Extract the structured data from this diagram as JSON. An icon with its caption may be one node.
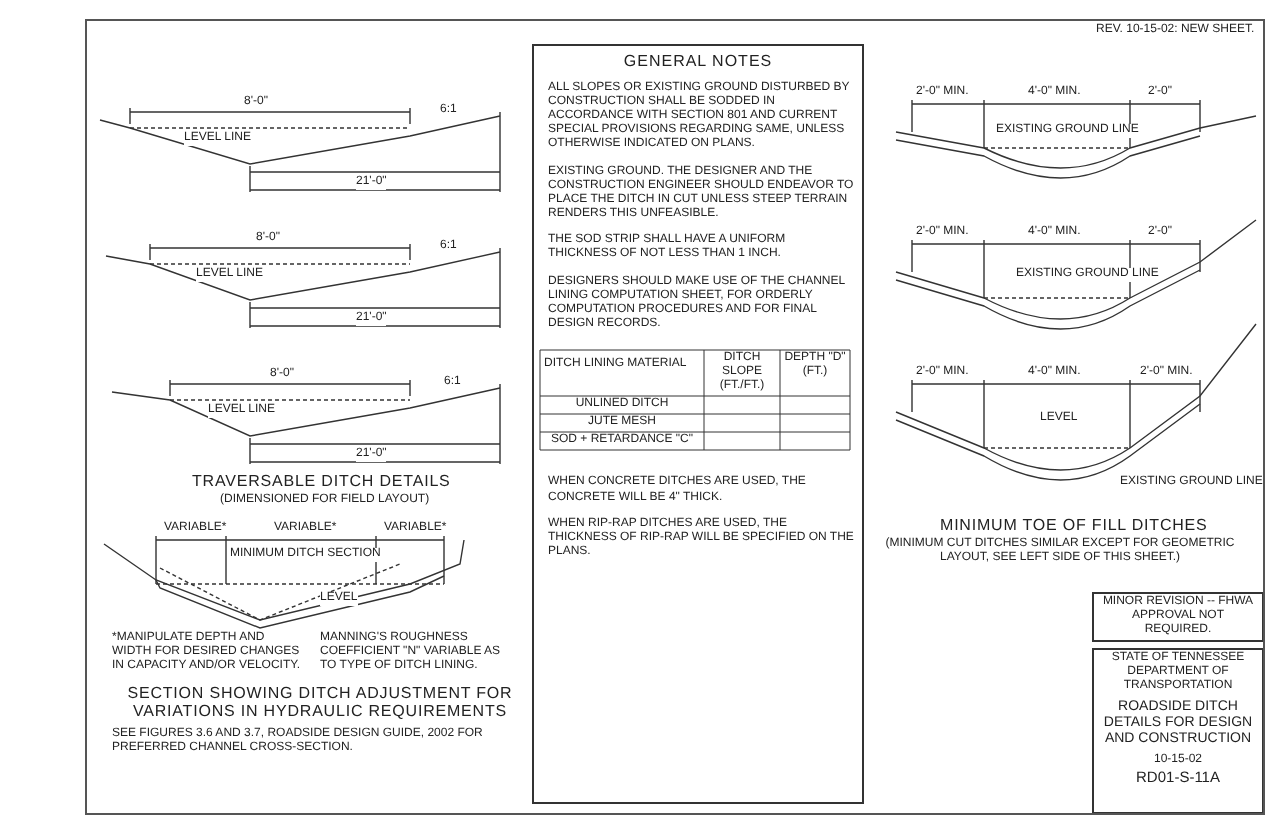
{
  "diagram": {
    "nodes": [
      {
        "text": [
          "GENERAL NOTES",
          "ALL SLOPES OR EXISTING GROUND DISTURBED BY CONSTRUCTION SHALL BE SODDED IN ACCORDANCE WITH SECTION 801 AND CURRENT SPECIAL PROVISIONS REGARDING SAME, UNLESS OTHERWISE INDICATED ON PLANS.",
          "EXISTING GROUND. THE DESIGNER AND THE CONSTRUCTION ENGINEER SHOULD ENDEAVOR TO PLACE THE DITCH IN CUT UNLESS STEEP TERRAIN RENDERS THIS UNFEASIBLE.",
          "THE SOD STRIP SHALL HAVE A UNIFORM THICKNESS OF NOT LESS THAN 1 INCH.",
          "DESIGNERS SHOULD MAKE USE OF THE CHANNEL LINING COMPUTATION SHEET, FOR ORDERLY COMPUTATION PROCEDURES AND FOR FINAL DESIGN RECORDS.",
          "WHEN CONCRETE DITCHES ARE USED, THE CONCRETE WILL BE 4\" THICK.",
          "WHEN RIP-RAP DITCHES ARE USED, THE THICKNESS OF RIP-RAP WILL BE SPECIFIED ON THE PLANS."
        ]
      },
      {
        "text": [
          "MINOR REVISION -- FHWA APPROVAL NOT REQUIRED."
        ]
      },
      {
        "text": [
          "STATE OF TENNESSEE",
          "DEPARTMENT OF TRANSPORTATION",
          "ROADSIDE DITCH DETAILS FOR DESIGN AND CONSTRUCTION",
          "10-15-02",
          "RD01-S-11A"
        ]
      }
    ],
    "labels": [
      "REV. 10-15-02: NEW SHEET.",
      "8'-0\"",
      "6:1",
      "LEVEL LINE",
      "21'-0\"",
      "8'-0\"",
      "6:1",
      "LEVEL LINE",
      "21'-0\"",
      "8'-0\"",
      "6:1",
      "LEVEL LINE",
      "21'-0\"",
      "TRAVERSABLE DITCH DETAILS",
      "(DIMENSIONED FOR FIELD LAYOUT)",
      "VARIABLE*",
      "VARIABLE*",
      "VARIABLE*",
      "MINIMUM DITCH SECTION",
      "LEVEL",
      "*MANIPULATE DEPTH AND WIDTH FOR DESIRED CHANGES IN CAPACITY AND/OR VELOCITY.",
      "MANNING'S ROUGHNESS COEFFICIENT \"N\" VARIABLE AS TO TYPE OF DITCH LINING.",
      "SECTION SHOWING DITCH ADJUSTMENT FOR VARIATIONS IN HYDRAULIC REQUIREMENTS",
      "SEE FIGURES 3.6 AND 3.7, ROADSIDE DESIGN GUIDE, 2002 FOR PREFERRED CHANNEL CROSS-SECTION.",
      "DITCH LINING MATERIAL",
      "DITCH SLOPE (FT./FT.)",
      "DEPTH \"D\" (FT.)",
      "UNLINED DITCH",
      "JUTE MESH",
      "SOD + RETARDANCE \"C\"",
      "2'-0\" MIN.",
      "4'-0\" MIN.",
      "2'-0\"",
      "EXISTING GROUND LINE",
      "2'-0\" MIN.",
      "4'-0\" MIN.",
      "2'-0\"",
      "EXISTING GROUND LINE",
      "2'-0\" MIN.",
      "4'-0\" MIN.",
      "2'-0\" MIN.",
      "LEVEL",
      "EXISTING GROUND LINE",
      "MINIMUM TOE OF FILL DITCHES",
      "(MINIMUM CUT DITCHES SIMILAR EXCEPT FOR GEOMETRIC LAYOUT, SEE LEFT SIDE OF THIS SHEET.)"
    ]
  }
}
